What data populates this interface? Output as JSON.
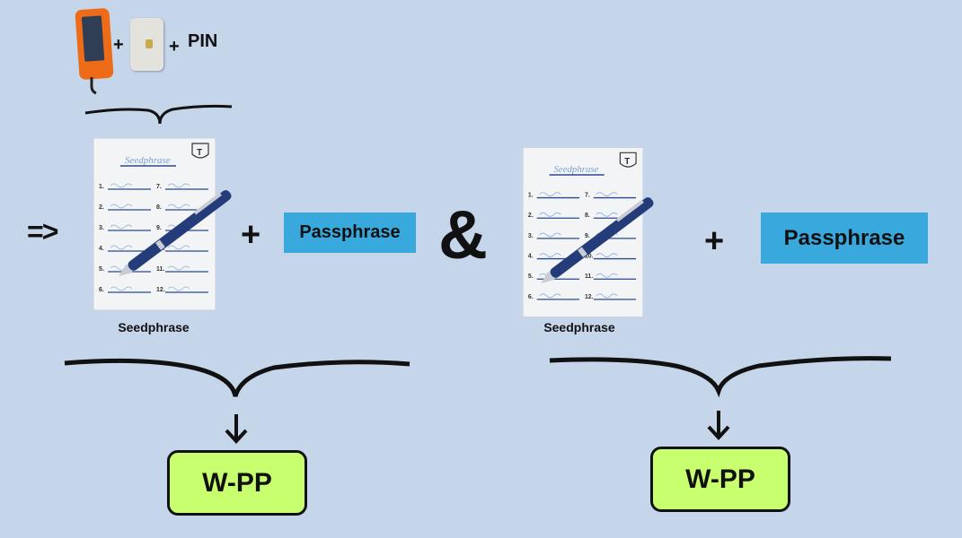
{
  "top": {
    "plus_1": "+",
    "plus_2": "+",
    "pin_label": "PIN"
  },
  "implies": "=>",
  "left_group": {
    "paper": {
      "title": "Seedphrase",
      "logo_letter": "T",
      "numbers": [
        "1.",
        "2.",
        "3.",
        "4.",
        "5.",
        "6.",
        "7.",
        "8.",
        "9.",
        "10.",
        "11.",
        "12."
      ]
    },
    "caption": "Seedphrase",
    "plus": "+",
    "passphrase": "Passphrase",
    "result": "W-PP"
  },
  "ampersand": "&",
  "right_group": {
    "paper": {
      "title": "Seedphrase",
      "logo_letter": "T",
      "numbers": [
        "1.",
        "2.",
        "3.",
        "4.",
        "5.",
        "6.",
        "7.",
        "8.",
        "9.",
        "10.",
        "11.",
        "12."
      ]
    },
    "caption": "Seedphrase",
    "plus": "+",
    "passphrase": "Passphrase",
    "result": "W-PP"
  },
  "colors": {
    "background": "#c5d5ea",
    "passphrase_fill": "#38a8dd",
    "result_fill": "#c8ff6e",
    "device_orange": "#ee6c18"
  },
  "icons": {
    "device": "hardware-wallet-icon",
    "card": "smartcard-icon",
    "paper": "seedphrase-paper-icon",
    "pen": "pen-icon"
  }
}
